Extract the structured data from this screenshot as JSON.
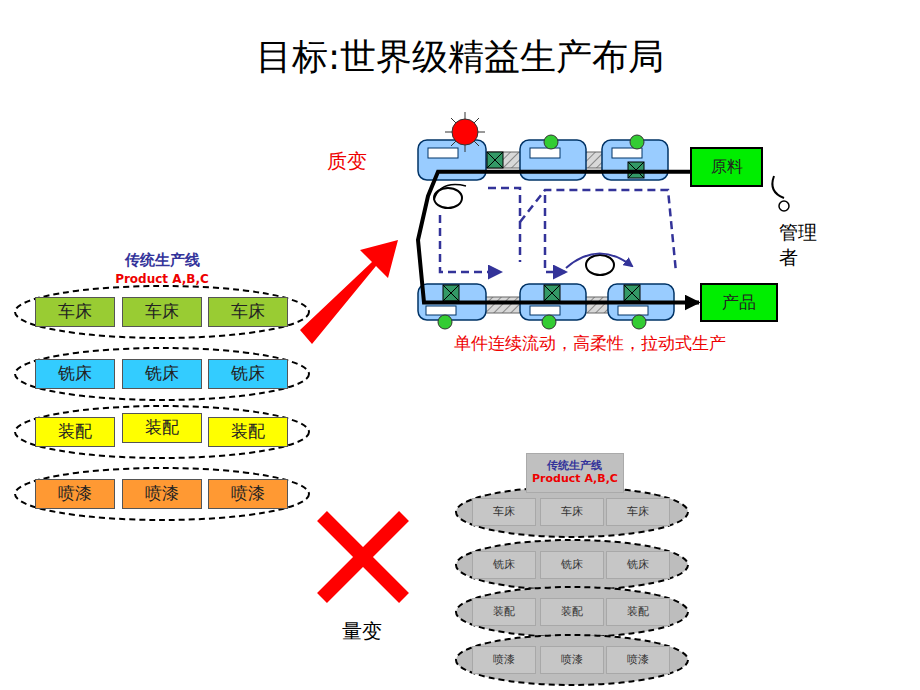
{
  "diagram": {
    "title": "目标:世界级精益生产布局",
    "nodes": [
      {
        "text": [
          "车床"
        ]
      },
      {
        "text": [
          "车床"
        ]
      },
      {
        "text": [
          "车床"
        ]
      },
      {
        "text": [
          "铣床"
        ]
      },
      {
        "text": [
          "铣床"
        ]
      },
      {
        "text": [
          "铣床"
        ]
      },
      {
        "text": [
          "装配"
        ]
      },
      {
        "text": [
          "装配"
        ]
      },
      {
        "text": [
          "装配"
        ]
      },
      {
        "text": [
          "喷漆"
        ]
      },
      {
        "text": [
          "喷漆"
        ]
      },
      {
        "text": [
          "喷漆"
        ]
      },
      {
        "text": [
          "原料"
        ]
      },
      {
        "text": [
          "产品"
        ]
      },
      {
        "text": [
          "传统生产线",
          "Product A,B,C"
        ]
      },
      {
        "text": [
          "车床"
        ]
      },
      {
        "text": [
          "车床"
        ]
      },
      {
        "text": [
          "车床"
        ]
      },
      {
        "text": [
          "铣床"
        ]
      },
      {
        "text": [
          "铣床"
        ]
      },
      {
        "text": [
          "铣床"
        ]
      },
      {
        "text": [
          "装配"
        ]
      },
      {
        "text": [
          "装配"
        ]
      },
      {
        "text": [
          "装配"
        ]
      },
      {
        "text": [
          "喷漆"
        ]
      },
      {
        "text": [
          "喷漆"
        ]
      },
      {
        "text": [
          "喷漆"
        ]
      }
    ],
    "edges": [
      {
        "from": 12,
        "to": 13,
        "arrow": "to"
      }
    ],
    "labels": [
      "传统生产线",
      "Product A,B,C",
      "质变",
      "管理者",
      "单件连续流动，高柔性，拉动式生产",
      "量变"
    ]
  }
}
